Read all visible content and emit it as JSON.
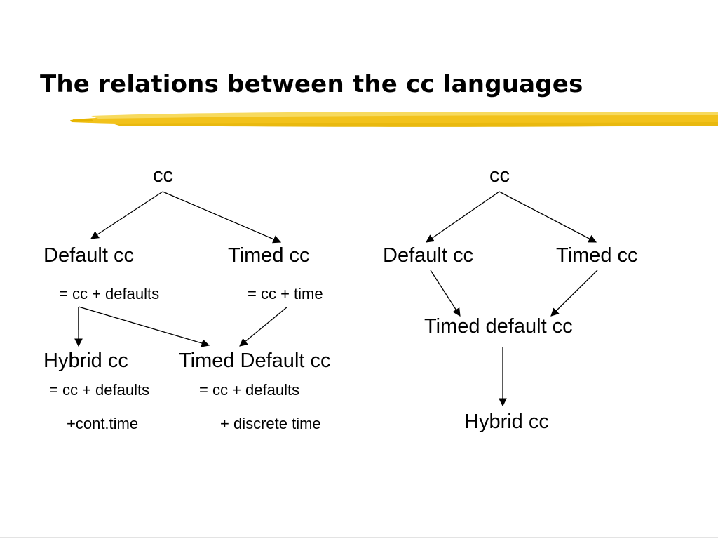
{
  "title": "The relations between the cc languages",
  "colors": {
    "highlight": "#f2c21b",
    "highlight_light": "#f7da5e",
    "line": "#000000"
  },
  "left_tree": {
    "root": "cc",
    "default_cc": "Default cc",
    "default_cc_note": "= cc + defaults",
    "timed_cc": "Timed cc",
    "timed_cc_note": "= cc + time",
    "hybrid_cc": "Hybrid cc",
    "hybrid_cc_note_1": "= cc + defaults",
    "hybrid_cc_note_2": "+cont.time",
    "timed_default_cc": "Timed Default cc",
    "timed_default_cc_note_1": "= cc + defaults",
    "timed_default_cc_note_2": "+ discrete time"
  },
  "right_tree": {
    "root": "cc",
    "default_cc": "Default cc",
    "timed_cc": "Timed cc",
    "timed_default_cc": "Timed default cc",
    "hybrid_cc": "Hybrid cc"
  }
}
